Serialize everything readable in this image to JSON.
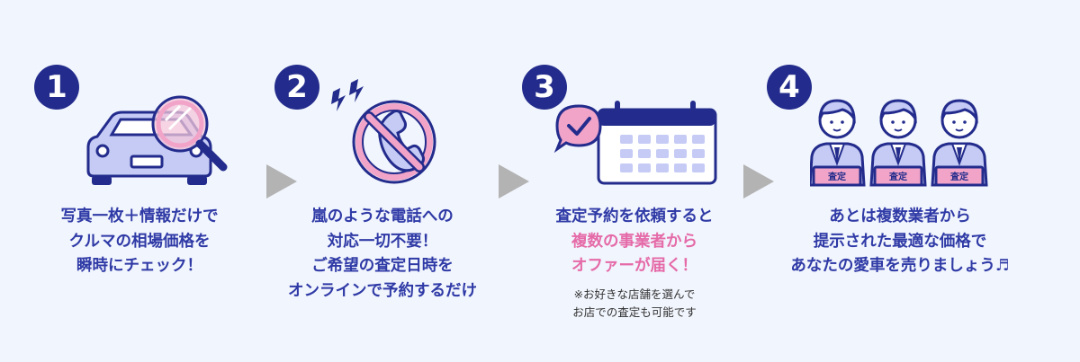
{
  "steps": [
    {
      "number": "1",
      "caption": [
        "写真一枚＋情報だけで",
        "クルマの相場価格を",
        "瞬時にチェック！"
      ]
    },
    {
      "number": "2",
      "caption": [
        "嵐のような電話への",
        "対応一切不要！",
        "ご希望の査定日時を",
        "オンラインで予約するだけ"
      ]
    },
    {
      "number": "3",
      "caption": [
        "査定予約を依頼すると"
      ],
      "caption_highlight": [
        "複数の事業者から",
        "オファーが届く！"
      ],
      "note": [
        "※お好きな店舗を選んで",
        "お店での査定も可能です"
      ]
    },
    {
      "number": "4",
      "caption": [
        "あとは複数業者から",
        "提示された最適な価格で",
        "あなたの愛車を売りましょう♬"
      ],
      "sign_label": "査定"
    }
  ],
  "colors": {
    "background": "#f1f5fd",
    "navy": "#232c8c",
    "caption_blue": "#2f3aa6",
    "highlight_pink": "#e56aa8",
    "illustration_lavender": "#c5cbf5",
    "accent_pink": "#f1a4c8",
    "arrow_gray": "#b3b3b3"
  }
}
